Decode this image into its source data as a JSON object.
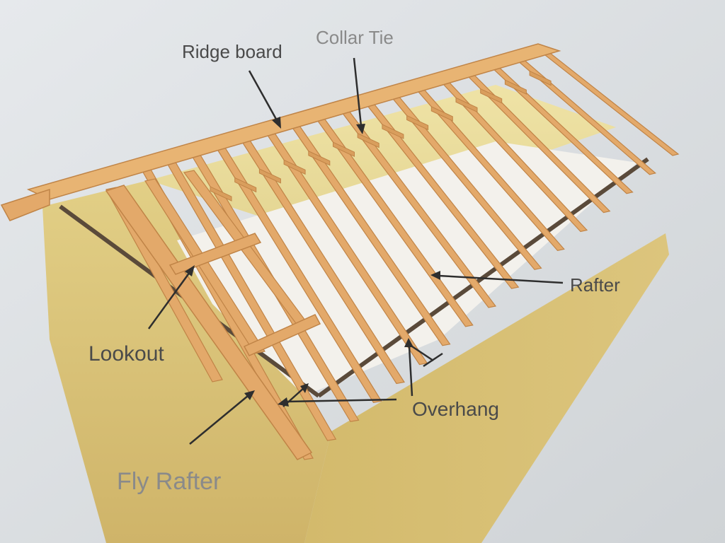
{
  "labels": {
    "ridge_board": "Ridge board",
    "collar_tie": "Collar Tie",
    "rafter": "Rafter",
    "lookout": "Lookout",
    "overhang": "Overhang",
    "fly_rafter": "Fly Rafter"
  },
  "colors": {
    "wall": "#dcc478",
    "wall_dark": "#c9ac5c",
    "timber": "#e3a96a",
    "timber_edge": "#c08447",
    "ceiling": "#f3f1ec",
    "eave_line": "#5a4a3a",
    "label": "#4a4a4a"
  }
}
